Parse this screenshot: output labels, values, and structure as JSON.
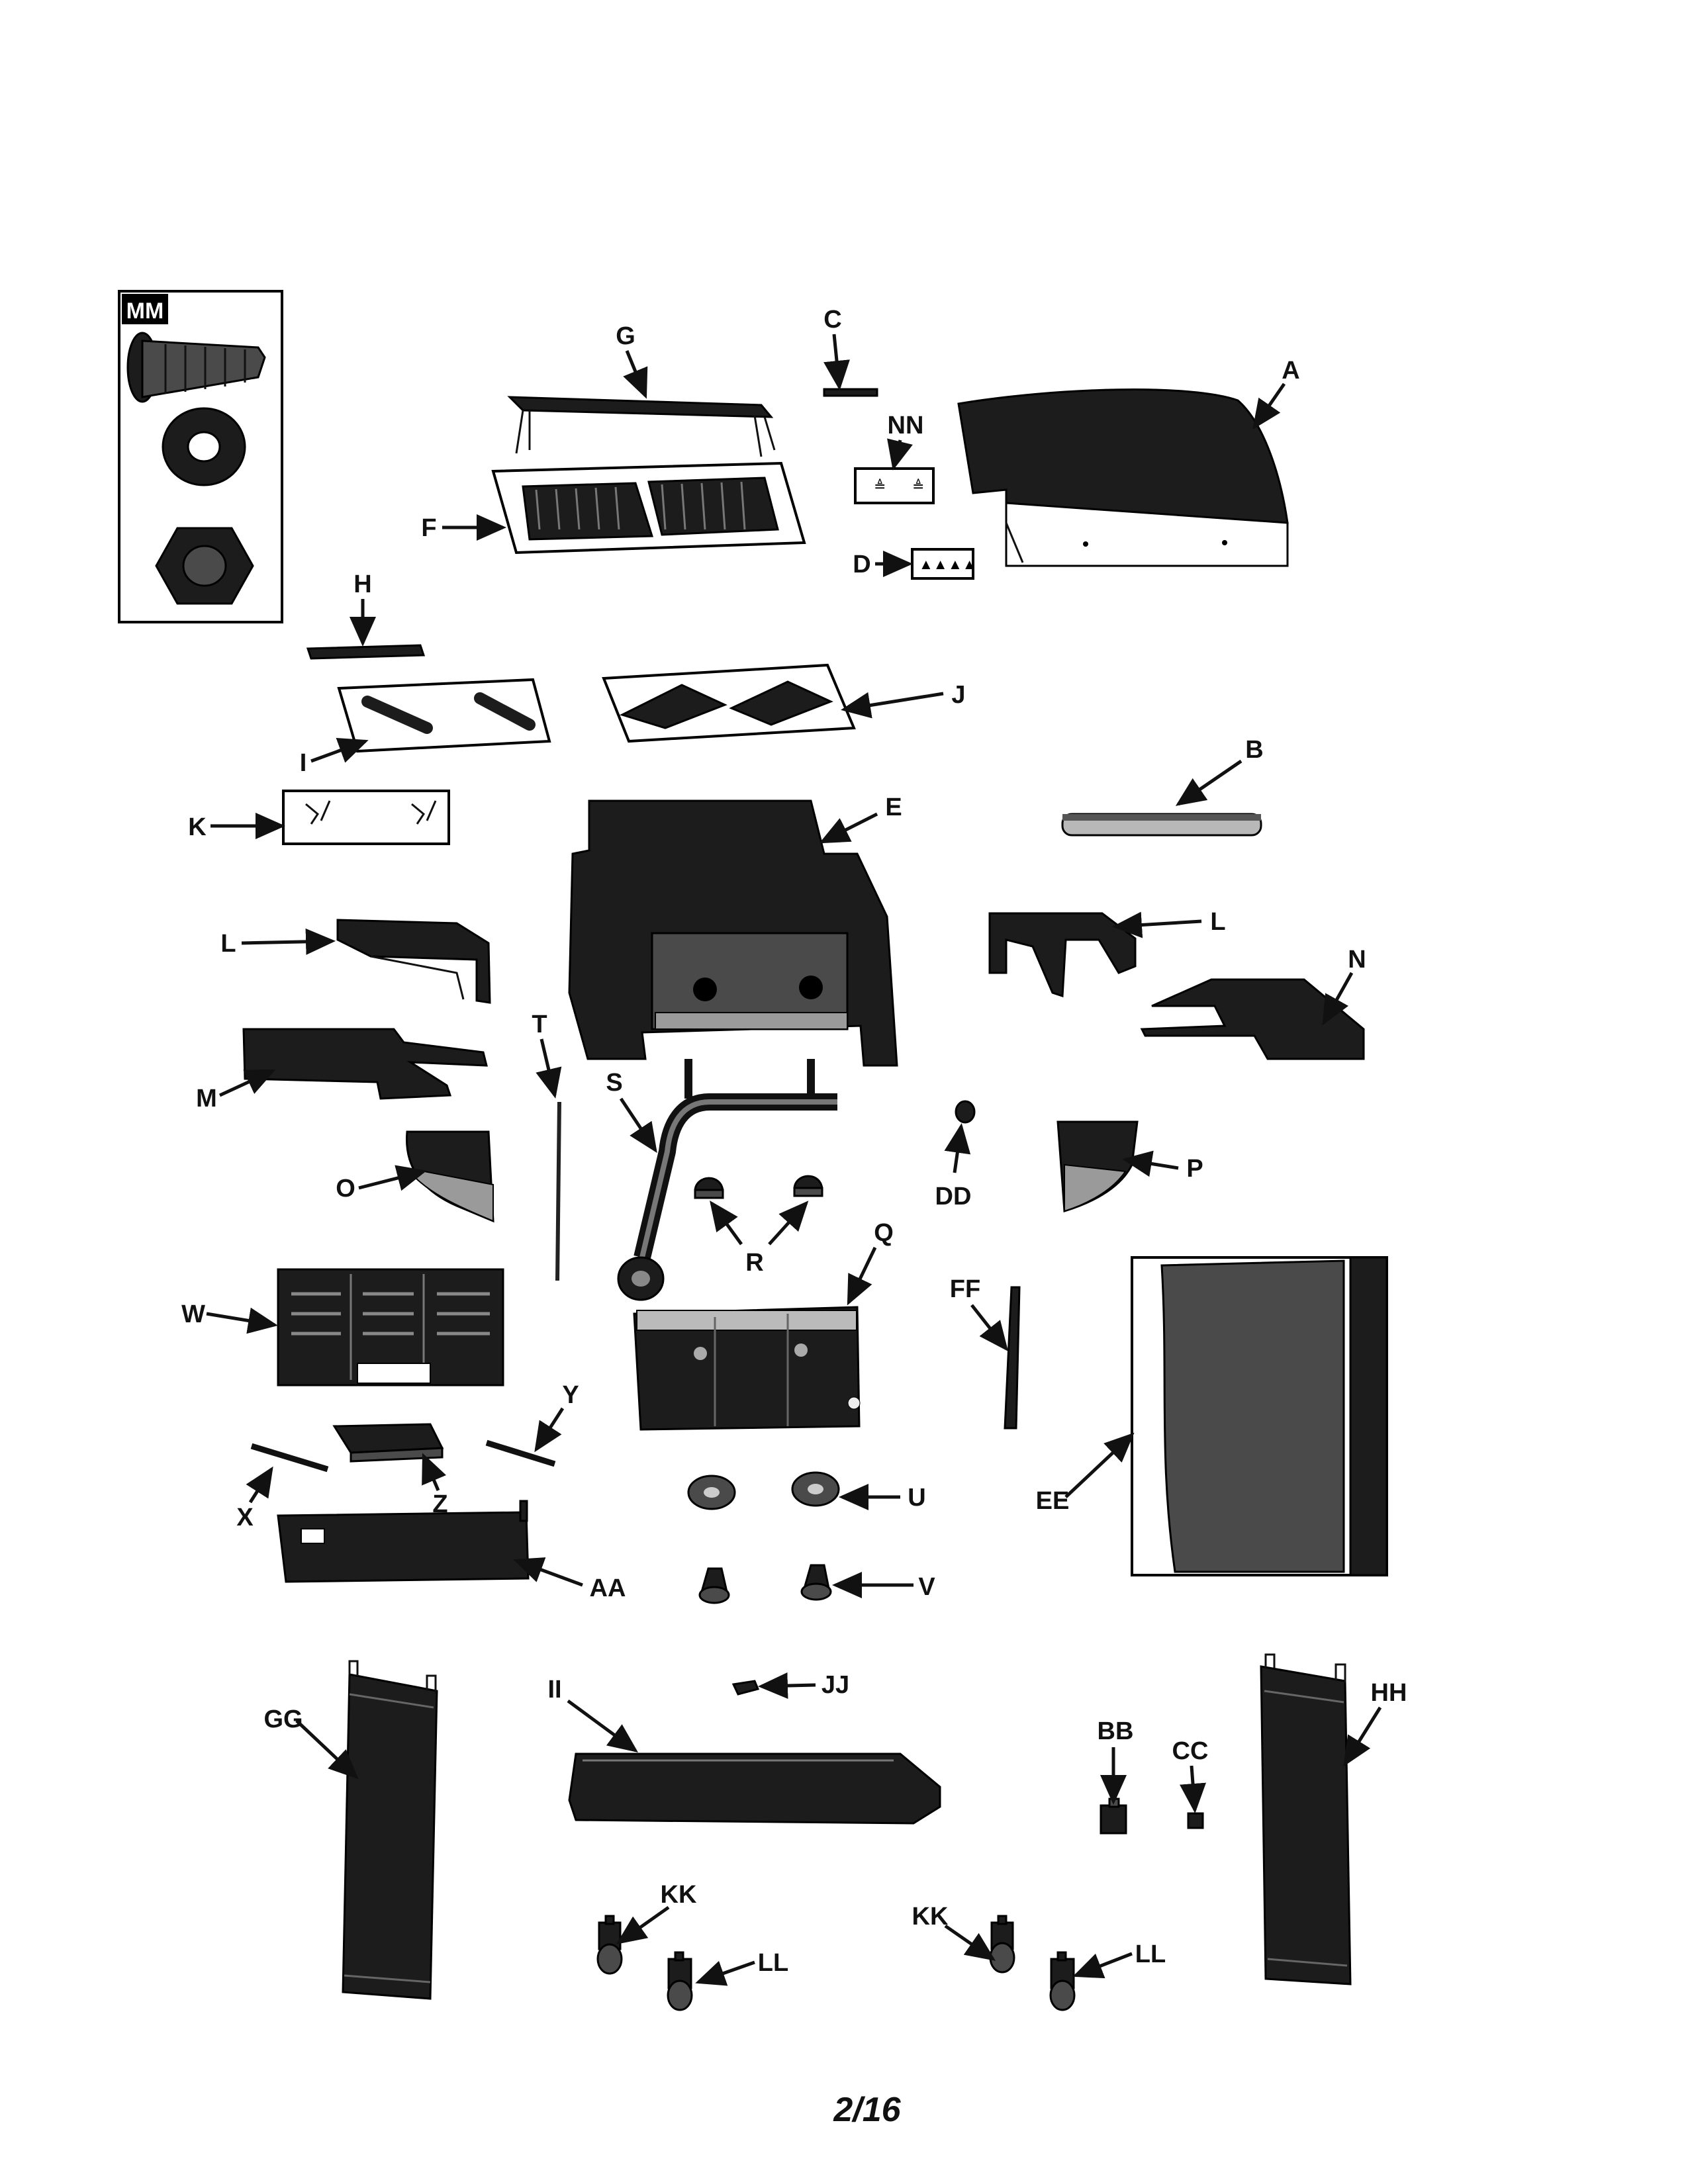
{
  "page": {
    "page_number": "2/16"
  },
  "inset": {
    "header": "MM"
  },
  "labels": {
    "A": "A",
    "B": "B",
    "C": "C",
    "D": "D",
    "E": "E",
    "F": "F",
    "G": "G",
    "H": "H",
    "I": "I",
    "J": "J",
    "K": "K",
    "L": "L",
    "M": "M",
    "N": "N",
    "O": "O",
    "P": "P",
    "Q": "Q",
    "R": "R",
    "S": "S",
    "T": "T",
    "U": "U",
    "V": "V",
    "W": "W",
    "X": "X",
    "Y": "Y",
    "Z": "Z",
    "AA": "AA",
    "BB": "BB",
    "CC": "CC",
    "DD": "DD",
    "EE": "EE",
    "FF": "FF",
    "GG": "GG",
    "HH": "HH",
    "II": "II",
    "JJ": "JJ",
    "KK": "KK",
    "LL": "LL",
    "NN": "NN"
  },
  "colors": {
    "ink": "#111111",
    "paper": "#ffffff",
    "mid_gray": "#4a4a4a",
    "light_gray": "#b8b8b8"
  }
}
